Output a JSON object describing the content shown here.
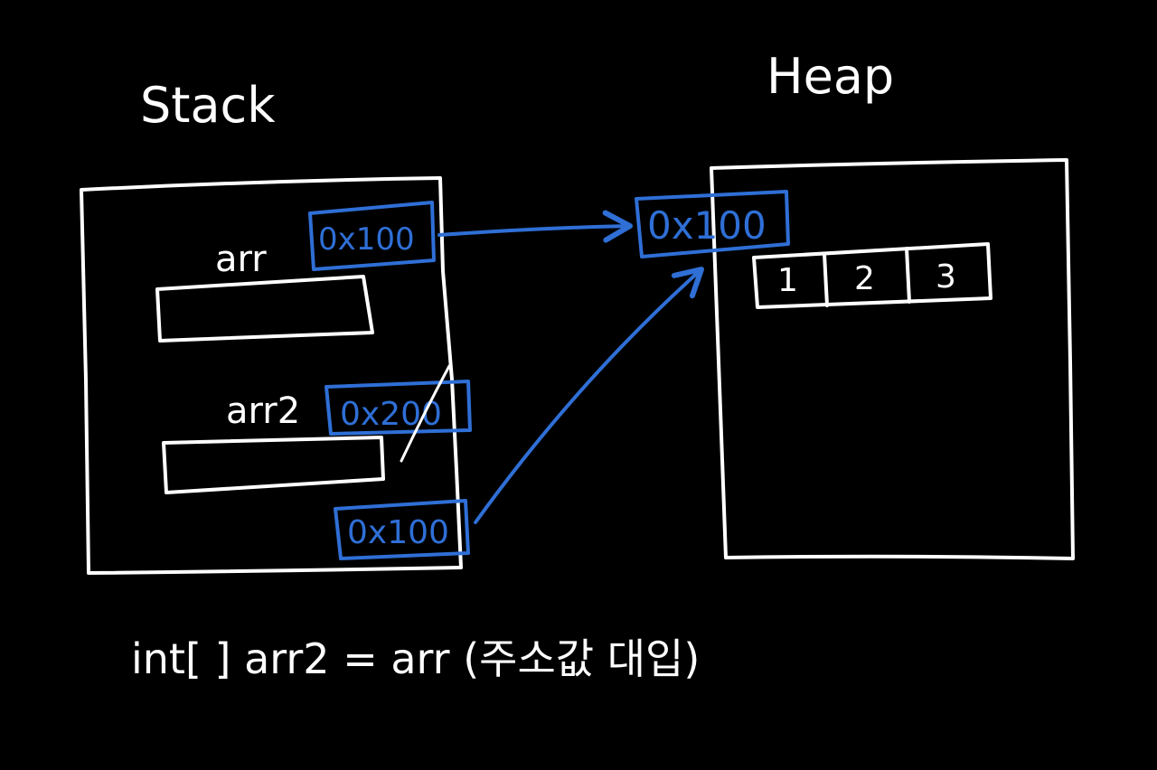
{
  "colors": {
    "background": "#000000",
    "ink": "#ffffff",
    "pointer": "#2f6fd6"
  },
  "stack": {
    "title": "Stack",
    "var1_label": "arr",
    "var1_address": "0x100",
    "var2_label": "arr2",
    "var2_old_address": "0x200",
    "var2_new_address": "0x100"
  },
  "heap": {
    "title": "Heap",
    "object_address": "0x100",
    "array_values": [
      "1",
      "2",
      "3"
    ]
  },
  "caption": "int[ ] arr2 = arr (주소값 대입)"
}
